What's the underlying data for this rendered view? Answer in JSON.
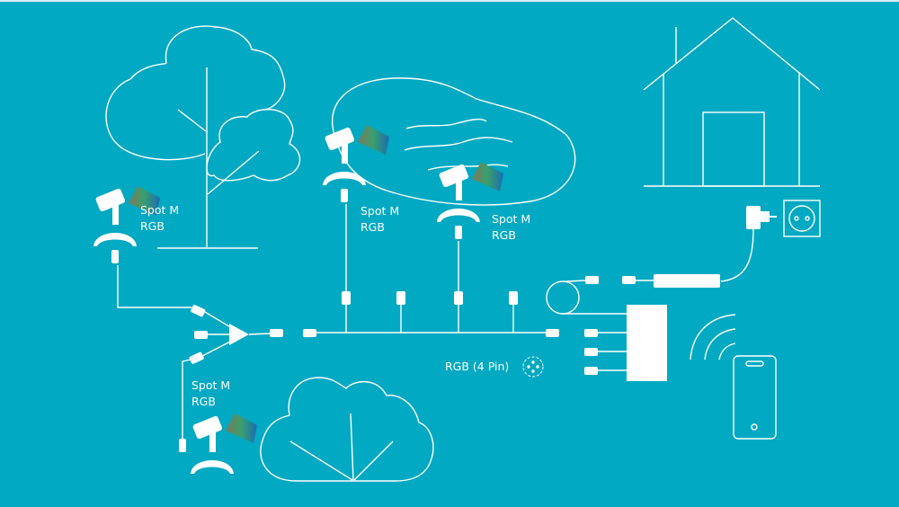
{
  "diagram": {
    "title": "Garden lighting system overview",
    "background_color": "#02a9c2",
    "line_color": "#ffffff",
    "spots": [
      {
        "name": "Spot M",
        "type": "RGB"
      },
      {
        "name": "Spot M",
        "type": "RGB"
      },
      {
        "name": "Spot M",
        "type": "RGB"
      },
      {
        "name": "Spot M",
        "type": "RGB"
      }
    ],
    "cable_label": "RGB (4 Pin)",
    "beam_gradient": [
      "#7a7a5a",
      "#3aa070",
      "#1b6fb0"
    ],
    "objects": [
      "tree",
      "pond",
      "house",
      "bush",
      "power-socket",
      "power-adapter",
      "controller",
      "smartphone",
      "wireless-signal",
      "splitter"
    ]
  }
}
